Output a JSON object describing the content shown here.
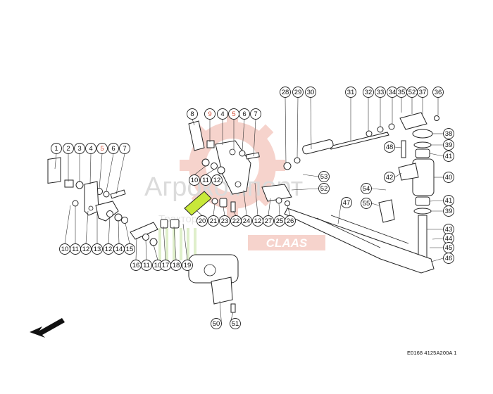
{
  "diagram": {
    "reference": "E0168 4125A200A 1",
    "highlight_color": "#c8e83a",
    "accent_color": "#d9533b",
    "callouts_top_left": [
      "1",
      "2",
      "3",
      "4",
      "5",
      "6",
      "7"
    ],
    "callouts_bottom_left": [
      "10",
      "11",
      "12",
      "13",
      "12",
      "14",
      "15"
    ],
    "callouts_upper_mid": [
      "8",
      "9",
      "4",
      "5",
      "6",
      "7"
    ],
    "callouts_mid_row": [
      "10",
      "11",
      "12"
    ],
    "callouts_lower_mid": [
      "20",
      "21",
      "23",
      "22",
      "24",
      "12",
      "27",
      "25",
      "26"
    ],
    "callouts_bottom_mid": [
      "16",
      "11",
      "10",
      "17",
      "18",
      "19"
    ],
    "callouts_right_row": [
      "28",
      "29",
      "30",
      "31",
      "32",
      "33",
      "34",
      "35",
      "52",
      "37",
      "36"
    ],
    "callouts_right_column": [
      "38",
      "39",
      "41",
      "40",
      "41",
      "39",
      "43",
      "44",
      "45",
      "46"
    ],
    "callouts_misc": [
      "48",
      "42",
      "54",
      "55",
      "47",
      "53",
      "52",
      "50",
      "51"
    ],
    "watermark": {
      "line1": "Агрокомпорт",
      "line2": "Трактор Запчасти",
      "brand": "CLAAS"
    }
  }
}
